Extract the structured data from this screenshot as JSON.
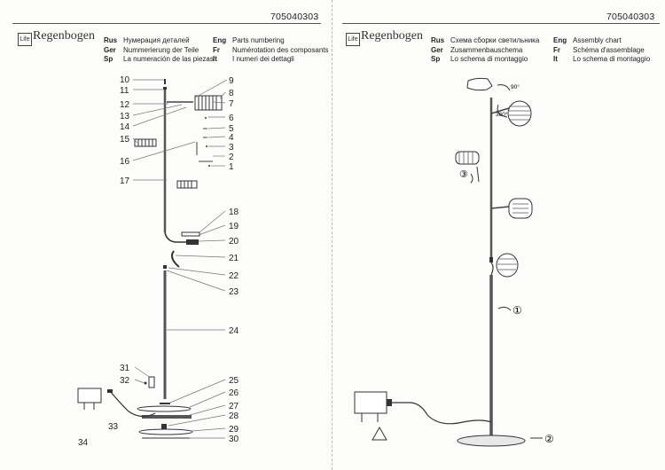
{
  "left": {
    "code": "705040303",
    "logo": "Regenbogen",
    "logo_box": "Life",
    "headers": [
      {
        "lang": "Rus",
        "text": "Нумерация деталей"
      },
      {
        "lang": "Ger",
        "text": "Nummerierung der Teile"
      },
      {
        "lang": "Sp",
        "text": "La numeración de las piezas"
      },
      {
        "lang": "Eng",
        "text": "Parts numbering"
      },
      {
        "lang": "Fr",
        "text": "Numérotation des composants"
      },
      {
        "lang": "It",
        "text": "I numeri dei dettagli"
      }
    ],
    "parts": [
      "1",
      "2",
      "3",
      "4",
      "5",
      "6",
      "7",
      "8",
      "9",
      "10",
      "11",
      "12",
      "13",
      "14",
      "15",
      "16",
      "17",
      "18",
      "19",
      "20",
      "21",
      "22",
      "23",
      "24",
      "25",
      "26",
      "27",
      "28",
      "29",
      "30",
      "31",
      "32",
      "33",
      "34"
    ]
  },
  "right": {
    "code": "705040303",
    "logo": "Regenbogen",
    "logo_box": "Life",
    "headers": [
      {
        "lang": "Rus",
        "text": "Схема сборки светильника"
      },
      {
        "lang": "Ger",
        "text": "Zusammenbauschema"
      },
      {
        "lang": "Sp",
        "text": "Lo schema di montaggio"
      },
      {
        "lang": "Eng",
        "text": "Assembly chart"
      },
      {
        "lang": "Fr",
        "text": "Schéma d'assemblage"
      },
      {
        "lang": "It",
        "text": "Lo schema di montaggio"
      }
    ],
    "angle_90": "90°",
    "angle_360": "360°",
    "step_1": "①",
    "step_2": "②",
    "step_3": "③"
  }
}
